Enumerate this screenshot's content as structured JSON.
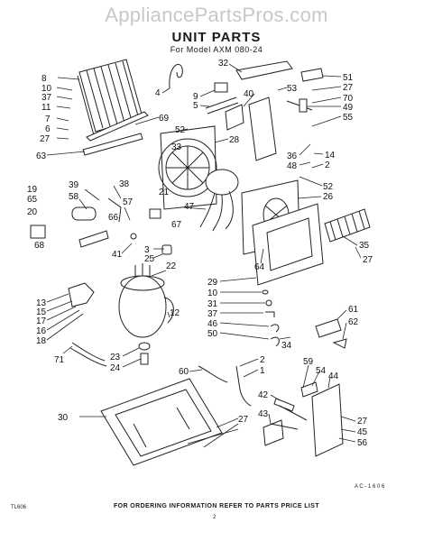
{
  "watermark": "AppliancePartsPros.com",
  "title": "UNIT PARTS",
  "model": "For Model AXM 080-24",
  "footer": "FOR ORDERING INFORMATION REFER TO PARTS PRICE LIST",
  "ref_code": "TL606",
  "diagram_code": "A C - 1 6 0 6",
  "page_mark": "2",
  "callouts": [
    "8",
    "10",
    "37",
    "11",
    "7",
    "6",
    "27",
    "63",
    "4",
    "69",
    "52",
    "9",
    "5",
    "40",
    "32",
    "53",
    "51",
    "27",
    "70",
    "49",
    "55",
    "33",
    "28",
    "36",
    "48",
    "14",
    "2",
    "19",
    "65",
    "20",
    "68",
    "39",
    "58",
    "38",
    "57",
    "66",
    "41",
    "21",
    "47",
    "67",
    "52",
    "26",
    "3",
    "25",
    "22",
    "29",
    "10",
    "31",
    "37",
    "46",
    "50",
    "64",
    "35",
    "27",
    "13",
    "15",
    "17",
    "16",
    "18",
    "71",
    "12",
    "23",
    "24",
    "60",
    "2",
    "1",
    "34",
    "61",
    "62",
    "59",
    "54",
    "44",
    "42",
    "43",
    "30",
    "27",
    "27",
    "45",
    "56"
  ]
}
